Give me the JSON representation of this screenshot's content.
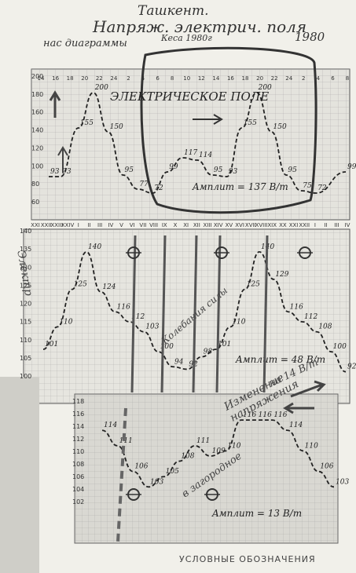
{
  "header": {
    "city": "Ташкент.",
    "title": "Напряж. электрич. поля",
    "subtitle": "нас диаграммы",
    "year": "1980",
    "date_note": "Кеса 1980г"
  },
  "caption": "УСЛОВНЫЕ ОБОЗНАЧЕНИЯ",
  "chart_data": [
    {
      "type": "line",
      "title": "ЭЛЕКТРИЧЕСКОЕ ПОЛЕ",
      "x_ticks": [
        "14",
        "16",
        "18",
        "20",
        "22",
        "24",
        "2",
        "4",
        "6",
        "8",
        "10",
        "12",
        "14",
        "16",
        "18",
        "20",
        "22",
        "24",
        "2",
        "4",
        "6",
        "8"
      ],
      "y_ticks": [
        "200",
        "180",
        "160",
        "140",
        "120",
        "100",
        "80",
        "60"
      ],
      "ylim": [
        60,
        210
      ],
      "series": [
        {
          "points": [
            [
              0,
              93
            ],
            [
              0.8,
              93
            ],
            [
              2,
              155
            ],
            [
              3,
              200
            ],
            [
              4,
              150
            ],
            [
              5,
              95
            ],
            [
              6,
              77
            ],
            [
              7,
              72
            ],
            [
              8,
              99
            ],
            [
              9,
              117
            ],
            [
              10,
              114
            ],
            [
              11,
              95
            ],
            [
              12,
              93
            ],
            [
              13,
              155
            ],
            [
              14,
              200
            ],
            [
              15,
              150
            ],
            [
              16,
              95
            ],
            [
              17,
              75
            ],
            [
              18,
              72
            ],
            [
              20,
              99
            ]
          ],
          "labels": [
            "93",
            "93",
            "155",
            "200",
            "150",
            "95",
            "77",
            "72",
            "99",
            "117",
            "114",
            "95",
            "93",
            "155",
            "200",
            "150",
            "95",
            "75",
            "72",
            "99"
          ]
        }
      ],
      "annotation": "Aмплит = 137 В/т"
    },
    {
      "type": "line",
      "x_ticks": [
        "XXI",
        "XXII",
        "XXIII",
        "XXIV",
        "I",
        "II",
        "III",
        "IV",
        "V",
        "VI",
        "VII",
        "VIII",
        "IX",
        "X",
        "XI",
        "XII",
        "XIII",
        "XIV",
        "XV",
        "XVI",
        "XVII",
        "XVIII",
        "XIX",
        "XX",
        "XXI",
        "XXII",
        "I",
        "II",
        "III",
        "IV"
      ],
      "y_ticks": [
        "140",
        "135",
        "130",
        "125",
        "120",
        "115",
        "110",
        "105",
        "100"
      ],
      "ylim": [
        90,
        145
      ],
      "series": [
        {
          "points": [
            [
              0,
              101
            ],
            [
              1,
              110
            ],
            [
              2,
              125
            ],
            [
              3,
              140
            ],
            [
              4,
              124
            ],
            [
              5,
              116
            ],
            [
              6,
              112
            ],
            [
              7,
              108
            ],
            [
              8,
              100
            ],
            [
              9,
              94
            ],
            [
              10,
              93
            ],
            [
              11,
              98
            ],
            [
              12,
              101
            ],
            [
              13,
              110
            ],
            [
              14,
              125
            ],
            [
              15,
              140
            ],
            [
              16,
              129
            ],
            [
              17,
              116
            ],
            [
              18,
              112
            ],
            [
              19,
              108
            ],
            [
              20,
              100
            ],
            [
              21,
              92
            ]
          ],
          "labels": [
            "101",
            "110",
            "125",
            "140",
            "124",
            "116",
            "112",
            "103",
            "100",
            "94",
            "92",
            "98",
            "101",
            "110",
            "125",
            "140",
            "129",
            "116",
            "112",
            "108",
            "100",
            "92"
          ]
        }
      ],
      "annotation": "Aмплит = 48 В/т"
    },
    {
      "type": "line",
      "y_ticks": [
        "118",
        "116",
        "114",
        "112",
        "110",
        "108",
        "106",
        "104",
        "102"
      ],
      "ylim": [
        100,
        118
      ],
      "series": [
        {
          "points": [
            [
              0,
              114
            ],
            [
              1,
              111
            ],
            [
              2,
              106
            ],
            [
              3,
              103
            ],
            [
              4,
              105
            ],
            [
              5,
              108
            ],
            [
              6,
              111
            ],
            [
              7,
              109
            ],
            [
              8,
              110
            ],
            [
              9,
              116
            ],
            [
              10,
              116
            ],
            [
              11,
              116
            ],
            [
              12,
              114
            ],
            [
              13,
              110
            ],
            [
              14,
              106
            ],
            [
              15,
              103
            ]
          ],
          "labels": [
            "114",
            "111",
            "106",
            "103",
            "105",
            "108",
            "111",
            "109",
            "110",
            "116",
            "116",
            "116",
            "114",
            "110",
            "106",
            "103"
          ]
        }
      ],
      "annotation": "Aмплит = 13 В/т"
    }
  ],
  "notes": {
    "n1": "Колебания силы",
    "n2": "Изменение напряжения",
    "n3": "на 14 В/т",
    "n4": "в загородное",
    "n5": "Электр"
  }
}
